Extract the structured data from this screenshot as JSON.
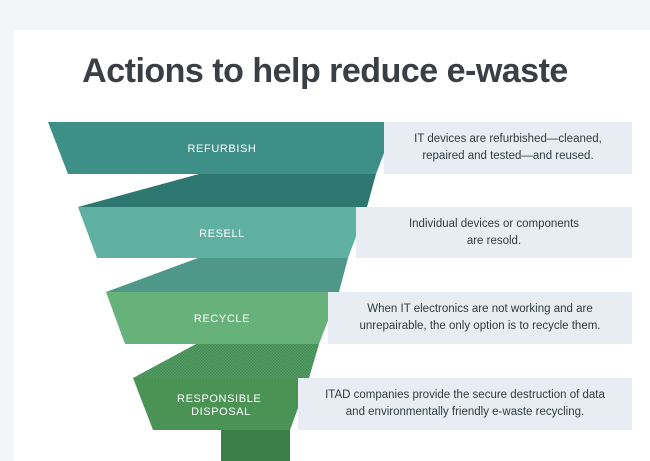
{
  "title": "Actions to help reduce e-waste",
  "stages": [
    {
      "label_lines": [
        "REFURBISH"
      ],
      "description_lines": [
        "IT devices are refurbished—cleaned,",
        "repaired and tested—and reused."
      ]
    },
    {
      "label_lines": [
        "RESELL"
      ],
      "description_lines": [
        "Individual devices or components",
        "are resold."
      ]
    },
    {
      "label_lines": [
        "RECYCLE"
      ],
      "description_lines": [
        "When IT electronics are not working and are",
        "unrepairable, the only option is to recycle them."
      ]
    },
    {
      "label_lines": [
        "RESPONSIBLE",
        "DISPOSAL"
      ],
      "description_lines": [
        "ITAD companies provide the secure destruction of data",
        "and environmentally friendly e-waste recycling."
      ]
    }
  ],
  "colors": {
    "refurbish": "#3e8f88",
    "refurbish_connector": "#2e7670",
    "resell": "#5fb0a1",
    "resell_connector": "#4e9789",
    "recycle": "#67b27a",
    "recycle_connector": "#4f9a61",
    "disposal": "#4b9355",
    "disposal_stem": "#3c8047",
    "description_bg": "#e8edf3",
    "title": "#3a3f45"
  }
}
